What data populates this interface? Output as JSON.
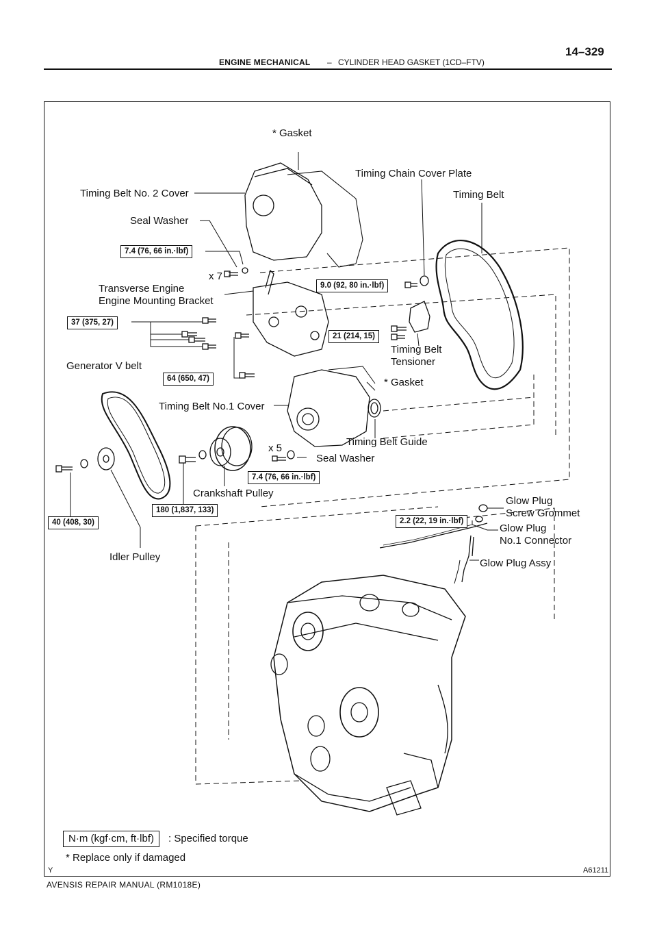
{
  "header": {
    "section": "ENGINE MECHANICAL",
    "separator": "–",
    "subsection": "CYLINDER HEAD GASKET (1CD–FTV)",
    "page_number": "14–329"
  },
  "labels": {
    "gasket_top": "* Gasket",
    "timing_chain_cover_plate": "Timing Chain Cover Plate",
    "timing_belt_no2_cover": "Timing Belt No. 2 Cover",
    "timing_belt": "Timing Belt",
    "seal_washer_top": "Seal Washer",
    "x7": "x 7",
    "transverse_engine": "Transverse Engine",
    "engine_mounting_bracket": "Engine Mounting Bracket",
    "timing_belt_tensioner_1": "Timing Belt",
    "timing_belt_tensioner_2": "Tensioner",
    "generator_v_belt": "Generator V belt",
    "gasket_mid": "* Gasket",
    "timing_belt_no1_cover": "Timing Belt No.1 Cover",
    "timing_belt_guide": "Timing Belt Guide",
    "x5": "x 5",
    "seal_washer_mid": "Seal Washer",
    "crankshaft_pulley": "Crankshaft Pulley",
    "glow_plug_grommet_1": "Glow Plug",
    "glow_plug_grommet_2": "Screw Grommet",
    "glow_plug_conn_1": "Glow Plug",
    "glow_plug_conn_2": "No.1 Connector",
    "idler_pulley": "Idler Pulley",
    "glow_plug_assy": "Glow Plug Assy"
  },
  "torques": {
    "t1": "7.4 (76, 66 in.·lbf)",
    "t2": "9.0 (92, 80 in.·lbf)",
    "t3": "37 (375, 27)",
    "t4": "21 (214, 15)",
    "t5": "64 (650, 47)",
    "t6": "7.4 (76, 66 in.·lbf)",
    "t7": "180 (1,837, 133)",
    "t8": "40 (408, 30)",
    "t9": "2.2 (22, 19 in.·lbf)"
  },
  "legend": {
    "unit_box": "N·m (kgf·cm, ft·lbf)",
    "unit_desc": ": Specified torque",
    "note": "* Replace only if damaged"
  },
  "frame": {
    "corner_mark": "Y",
    "figure_id": "A61211"
  },
  "footer": "AVENSIS REPAIR MANUAL   (RM1018E)"
}
